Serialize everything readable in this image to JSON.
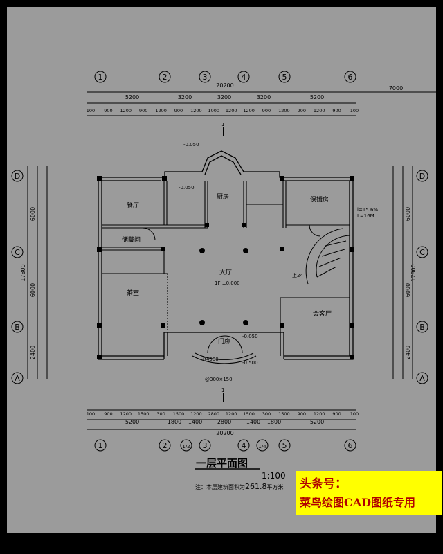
{
  "colors": {
    "background": "#000000",
    "paper": "#9b9b9b",
    "line": "#000000",
    "banner": "#ffff00",
    "banner_text": "#b10000"
  },
  "axes_top": [
    "1",
    "2",
    "3",
    "4",
    "5",
    "6"
  ],
  "axes_bottom": [
    "1",
    "2",
    "1/2",
    "3",
    "4",
    "1/4",
    "5",
    "6"
  ],
  "axes_left": [
    "D",
    "C",
    "B",
    "A"
  ],
  "axes_right": [
    "D",
    "C",
    "B",
    "A"
  ],
  "dims": {
    "top_total": "20200",
    "top_spans": [
      "5200",
      "3200",
      "3200",
      "3200",
      "5200"
    ],
    "top_right_extra": "7000",
    "bottom_total": "20200",
    "bottom_spans": [
      "5200",
      "1800",
      "1400",
      "2800",
      "1400",
      "1800",
      "5200"
    ],
    "left_total": "17800",
    "left_spans": [
      "6000",
      "6000",
      "2400"
    ],
    "right_total": "17800",
    "right_spans": [
      "6000",
      "6000",
      "2400"
    ],
    "top_sub": [
      "100",
      "900",
      "1200",
      "900",
      "1200",
      "900",
      "1200",
      "1000",
      "1200",
      "1200",
      "900",
      "1200",
      "900",
      "1200",
      "900",
      "100"
    ],
    "bottom_sub": [
      "100",
      "900",
      "1200",
      "1500",
      "300",
      "1500",
      "1200",
      "2800",
      "1200",
      "1500",
      "300",
      "1500",
      "900",
      "1200",
      "900",
      "100"
    ]
  },
  "rooms": {
    "dining": "餐厅",
    "kitchen": "厨房",
    "nanny": "保姆房",
    "storage": "储藏间",
    "hall": "大厅",
    "tea": "茶室",
    "living": "会客厅",
    "porch": "门廊"
  },
  "labels": {
    "level_top": "-0.050",
    "level_kitchen": "-0.050",
    "level_hall": "1F ±0.000",
    "level_porch": "-0.050",
    "level_front": "-0.500",
    "stair": "上24",
    "column": "@300×150",
    "diameter": "R4500",
    "section": "1",
    "ramp": "i=15.6%",
    "ramp_len": "L=16M"
  },
  "title": {
    "main": "一层平面图",
    "scale": "1:100",
    "note_prefix": "注：本层建筑面积为",
    "note_value": "261.8",
    "note_suffix": "平方米"
  },
  "banner": {
    "line1": "头条号：",
    "line2": "菜鸟绘图CAD图纸专用"
  }
}
